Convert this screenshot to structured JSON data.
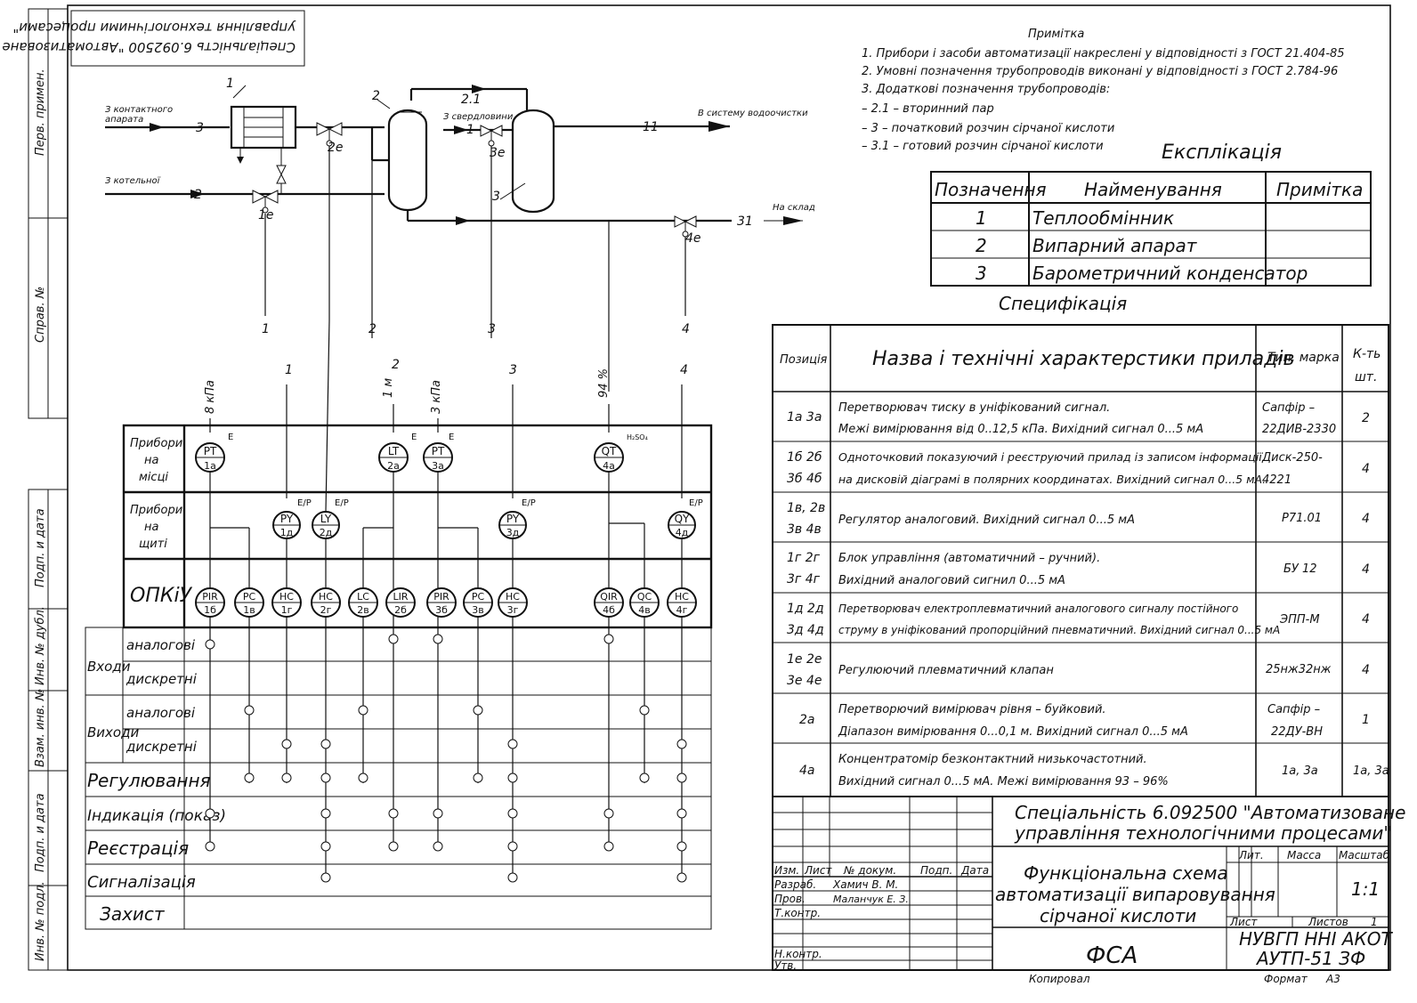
{
  "rotated_stamp": {
    "line1": "Спеціальність 6.092500 \"Автоматизоване",
    "line2": "управління технологічними процесами\""
  },
  "side_stamps": [
    "Перв. примен.",
    "Справ. №",
    "Подп. и дата",
    "Инв. № дубл.",
    "Взам. инв. №",
    "Подп. и дата",
    "Инв. № подл."
  ],
  "notes": {
    "title": "Примітка",
    "lines": [
      "1. Прибори і засоби автоматизації накреслені у відповідності з ГОСТ 21.404-85",
      "2. Умовні позначення трубопроводів виконані у відповідності з ГОСТ 2.784-96",
      "3. Додаткові позначення трубопроводів:",
      "– 2.1 – вторинний пар",
      "– 3 – початковий розчин сірчаної кислоти",
      "– 3.1 – готовий розчин сірчаної кислоти"
    ]
  },
  "explication": {
    "title": "Експлікація",
    "headers": [
      "Позначення",
      "Найменування",
      "Примітка"
    ],
    "rows": [
      {
        "id": "1",
        "name": "Теплообмінник",
        "note": ""
      },
      {
        "id": "2",
        "name": "Випарний апарат",
        "note": ""
      },
      {
        "id": "3",
        "name": "Барометричний конденсатор",
        "note": ""
      }
    ]
  },
  "specification": {
    "title": "Специфікація",
    "headers": [
      "Позиція",
      "Назва і технічні характерстики приладів",
      "Тип, марка",
      "К-ть шт."
    ],
    "rows": [
      {
        "pos": [
          "1а 3а"
        ],
        "desc": [
          "Перетворювач тиску в уніфікований сигнал.",
          "Межі вимірювання від 0..12,5 кПа. Вихідний сигнал 0...5 мА"
        ],
        "type": [
          "Сапфір –",
          "22ДИВ-2330"
        ],
        "qty": "2"
      },
      {
        "pos": [
          "1б 2б",
          "3б 4б"
        ],
        "desc": [
          "Одноточковий показуючий і реєструючий прилад із записом інформації",
          "на дисковій діаграмі в полярних координатах. Вихідний сигнал 0...5 мА."
        ],
        "type": [
          "Диск-250-",
          "4221"
        ],
        "qty": "4"
      },
      {
        "pos": [
          "1в, 2в",
          "3в 4в"
        ],
        "desc": [
          "Регулятор аналоговий. Вихідний сигнал 0...5 мА"
        ],
        "type": [
          "Р71.01"
        ],
        "qty": "4"
      },
      {
        "pos": [
          "1г 2г",
          "3г 4г"
        ],
        "desc": [
          "Блок управління (автоматичний – ручний).",
          "Вихідний аналоговий сигнил 0...5 мА"
        ],
        "type": [
          "БУ 12"
        ],
        "qty": "4"
      },
      {
        "pos": [
          "1д 2д",
          "3д 4д"
        ],
        "desc": [
          "Перетворювач електроплевматичний аналогового сигналу постійного",
          "струму в уніфікований пропорційний пневматичний. Вихідний сигнал 0...5 мА"
        ],
        "type": [
          "ЭПП-М"
        ],
        "qty": "4"
      },
      {
        "pos": [
          "1е 2е",
          "3е 4е"
        ],
        "desc": [
          "Регулюючий плевматичний клапан"
        ],
        "type": [
          "25нж32нж"
        ],
        "qty": "4"
      },
      {
        "pos": [
          "2а"
        ],
        "desc": [
          "Перетворючий вимірювач рівня – буйковий.",
          "Діапазон вимірювання 0...0,1 м. Вихідний сигнал 0...5 мА"
        ],
        "type": [
          "Сапфір –",
          "22ДУ-ВН"
        ],
        "qty": "1"
      },
      {
        "pos": [
          "4а"
        ],
        "desc": [
          "Концентратомір безконтактний низькочастотний.",
          "Вихідний сигнал 0...5 мА. Межі вимірювання 93 – 96%"
        ],
        "type": [
          "1а, 3а"
        ],
        "qty": "1а, 3а"
      }
    ]
  },
  "title_block": {
    "specialty": [
      "Спеціальність 6.092500 \"Автоматизоване",
      "управління технологічними процесами\""
    ],
    "drawing_name": [
      "Функціональна схема",
      "автоматизації випаровування",
      "сірчаної кислоти"
    ],
    "doc_code": "ФСА",
    "org": [
      "НУВГП ННІ АКОТ",
      "АУТП-51 ЗФ"
    ],
    "labels": {
      "izm": "Изм.",
      "list": "Лист",
      "ndoc": "№ докум.",
      "podp": "Подп.",
      "data": "Дата",
      "razrab": "Разраб.",
      "prov": "Пров.",
      "tkontr": "Т.контр.",
      "nkontr": "Н.контр.",
      "utv": "Утв.",
      "lit": "Лит.",
      "massa": "Масса",
      "masshtab": "Масштаб",
      "list2": "Лист",
      "listov": "Листов",
      "kopir": "Копировал",
      "format": "Формат",
      "format_val": "А3"
    },
    "razrab_name": "Хамич В. М.",
    "prov_name": "Маланчук Е. З.",
    "scale": "1:1",
    "sheets": "1"
  },
  "process": {
    "src_contact": [
      "З контактного",
      "апарата"
    ],
    "src_boiler": "З котельної",
    "from_barometric": "З свердловини",
    "to_water": "В систему водоочистки",
    "to_store": "На склад",
    "line_labels": {
      "l3": "3",
      "l2": "2",
      "l21": "2.1",
      "l1": "1",
      "l11": "11",
      "l31": "31"
    },
    "equipment": {
      "e1": "1",
      "e2": "2",
      "e3": "3"
    },
    "valves": {
      "v1": "1е",
      "v2": "2е",
      "v3": "3е",
      "v4": "4е"
    },
    "loop_numbers_top": [
      "1",
      "2",
      "3",
      "4"
    ],
    "loop_numbers_bottom": [
      "1",
      "2",
      "3",
      "4"
    ],
    "values": {
      "p1": "8 кПа",
      "lvl": "1 м",
      "p3": "3 кПа",
      "conc": "94 %"
    }
  },
  "instrument_table": {
    "row_labels": {
      "field": [
        "Прибори",
        "на",
        "місці"
      ],
      "panel": [
        "Прибори",
        "на",
        "щиті"
      ],
      "opk": "ОПКіУ"
    },
    "field_instruments": [
      {
        "top": "PT",
        "bot": "1а",
        "mark": "E"
      },
      {
        "top": "LT",
        "bot": "2а",
        "mark": "E"
      },
      {
        "top": "PT",
        "bot": "3а",
        "mark": "E"
      },
      {
        "top": "QT",
        "bot": "4а",
        "mark": "H₂SO₄"
      }
    ],
    "panel_instruments": [
      {
        "top": "PY",
        "bot": "1д",
        "mark": "E/P"
      },
      {
        "top": "LY",
        "bot": "2д",
        "mark": "E/P"
      },
      {
        "top": "PY",
        "bot": "3д",
        "mark": "E/P"
      },
      {
        "top": "QY",
        "bot": "4д",
        "mark": "E/P"
      }
    ],
    "opk_instruments": [
      {
        "top": "PIR",
        "bot": "1б"
      },
      {
        "top": "PC",
        "bot": "1в"
      },
      {
        "top": "HC",
        "bot": "1г"
      },
      {
        "top": "HC",
        "bot": "2г"
      },
      {
        "top": "LC",
        "bot": "2в"
      },
      {
        "top": "LIR",
        "bot": "2б"
      },
      {
        "top": "PIR",
        "bot": "3б"
      },
      {
        "top": "PC",
        "bot": "3в"
      },
      {
        "top": "HC",
        "bot": "3г"
      },
      {
        "top": "QIR",
        "bot": "4б"
      },
      {
        "top": "QC",
        "bot": "4в"
      },
      {
        "top": "HC",
        "bot": "4г"
      }
    ]
  },
  "function_table": {
    "inputs": "Входи",
    "outputs": "Виходи",
    "analog": "аналогові",
    "discrete": "дискретні",
    "rows": [
      "Регулювання",
      "Індикація (показ)",
      "Реєстрація",
      "Сигналізація",
      "Захист"
    ]
  }
}
